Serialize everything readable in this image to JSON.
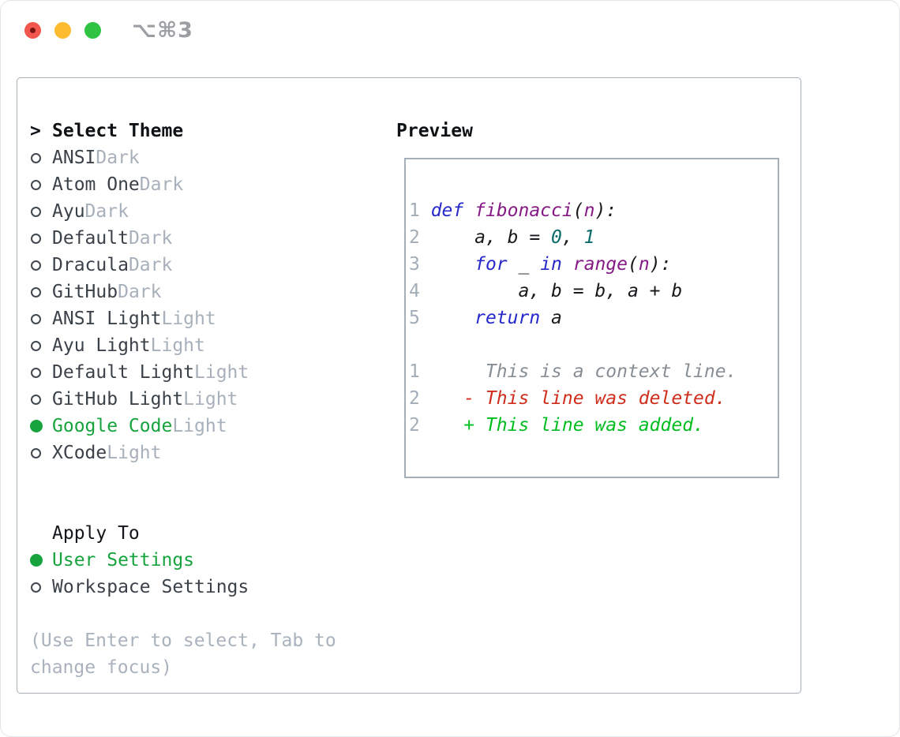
{
  "window": {
    "title": "⌥⌘3"
  },
  "titlebar_buttons": [
    {
      "name": "close"
    },
    {
      "name": "minimize"
    },
    {
      "name": "zoom"
    }
  ],
  "theme_picker": {
    "focus_marker": ">",
    "header": "Select Theme",
    "themes": [
      {
        "name": "ANSI",
        "variant": "Dark",
        "selected": false
      },
      {
        "name": "Atom One",
        "variant": "Dark",
        "selected": false
      },
      {
        "name": "Ayu",
        "variant": "Dark",
        "selected": false
      },
      {
        "name": "Default",
        "variant": "Dark",
        "selected": false
      },
      {
        "name": "Dracula",
        "variant": "Dark",
        "selected": false
      },
      {
        "name": "GitHub",
        "variant": "Dark",
        "selected": false
      },
      {
        "name": "ANSI Light",
        "variant": "Light",
        "selected": false
      },
      {
        "name": "Ayu Light",
        "variant": "Light",
        "selected": false
      },
      {
        "name": "Default Light",
        "variant": "Light",
        "selected": false
      },
      {
        "name": "GitHub Light",
        "variant": "Light",
        "selected": false
      },
      {
        "name": "Google Code",
        "variant": "Light",
        "selected": true
      },
      {
        "name": "XCode",
        "variant": "Light",
        "selected": false
      }
    ],
    "apply_to": {
      "header": "Apply To",
      "options": [
        {
          "name": "User Settings",
          "selected": true
        },
        {
          "name": "Workspace Settings",
          "selected": false
        }
      ]
    },
    "help_lines": [
      "(Use Enter to select, Tab to",
      "change focus)"
    ]
  },
  "preview": {
    "header": "Preview",
    "code_lines": [
      {
        "num": "1 ",
        "tokens": [
          {
            "text": "def ",
            "type": "keyword"
          },
          {
            "text": "fibonacci",
            "type": "function"
          },
          {
            "text": "(",
            "type": "plain"
          },
          {
            "text": "n",
            "type": "function"
          },
          {
            "text": "):",
            "type": "plain"
          }
        ]
      },
      {
        "num": "2 ",
        "tokens": [
          {
            "text": "    a, b = ",
            "type": "plain"
          },
          {
            "text": "0",
            "type": "number"
          },
          {
            "text": ", ",
            "type": "plain"
          },
          {
            "text": "1",
            "type": "number"
          }
        ]
      },
      {
        "num": "3 ",
        "tokens": [
          {
            "text": "    ",
            "type": "plain"
          },
          {
            "text": "for",
            "type": "keyword"
          },
          {
            "text": " _ ",
            "type": "plain"
          },
          {
            "text": "in",
            "type": "keyword"
          },
          {
            "text": " ",
            "type": "plain"
          },
          {
            "text": "range",
            "type": "function"
          },
          {
            "text": "(",
            "type": "plain"
          },
          {
            "text": "n",
            "type": "function"
          },
          {
            "text": "):",
            "type": "plain"
          }
        ]
      },
      {
        "num": "4 ",
        "tokens": [
          {
            "text": "        a, b = b, a + b",
            "type": "plain"
          }
        ]
      },
      {
        "num": "5 ",
        "tokens": [
          {
            "text": "    ",
            "type": "plain"
          },
          {
            "text": "return",
            "type": "keyword"
          },
          {
            "text": " a",
            "type": "plain"
          }
        ]
      },
      {
        "num": "",
        "tokens": []
      }
    ],
    "diff_lines": [
      {
        "num": "1 ",
        "text": "     This is a context line.",
        "type": "context"
      },
      {
        "num": "2 ",
        "text": "   - This line was deleted.",
        "type": "deleted"
      },
      {
        "num": "2 ",
        "text": "   + This line was added.",
        "type": "added"
      }
    ]
  },
  "colors": {
    "selection_green": "#17a33e",
    "diff_added_green": "#01bd1f",
    "diff_deleted_red": "#cf2d1c",
    "keyword_blue": "#2628c9",
    "function_purple": "#851a85",
    "number_teal": "#0b6b6b",
    "muted_gray": "#a7b0bb",
    "traffic_red": "#f2574d",
    "traffic_yellow": "#fdbc2f",
    "traffic_green": "#2ec343"
  }
}
